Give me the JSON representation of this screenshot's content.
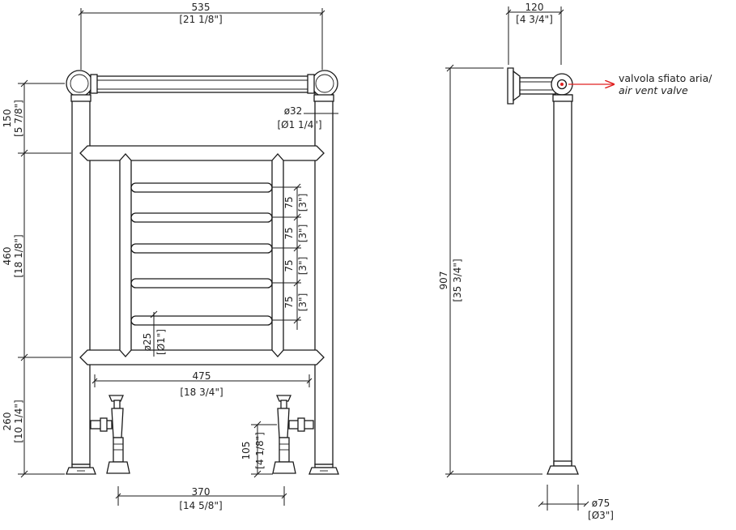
{
  "dimensions": {
    "overall_width": {
      "mm": "535",
      "in": "[21 1/8\"]"
    },
    "depth": {
      "mm": "120",
      "in": "[4 3/4\"]"
    },
    "top_offset": {
      "mm": "150",
      "in": "[5 7/8\"]"
    },
    "pipe_diameter": {
      "mm": "ø32",
      "in": "[Ø1 1/4\"]"
    },
    "rail_pitch": {
      "mm": "75",
      "in": "[3\"]"
    },
    "panel_height": {
      "mm": "460",
      "in": "[18 1/8\"]"
    },
    "rail_diameter": {
      "mm": "ø25",
      "in": "[Ø1\"]"
    },
    "inner_width": {
      "mm": "475",
      "in": "[18 3/4\"]"
    },
    "floor_height": {
      "mm": "260",
      "in": "[10 1/4\"]"
    },
    "valve_height": {
      "mm": "105",
      "in": "[4 1/8\"]"
    },
    "valve_spacing": {
      "mm": "370",
      "in": "[14 5/8\"]"
    },
    "overall_height": {
      "mm": "907",
      "in": "[35 3/4\"]"
    },
    "foot_diameter": {
      "mm": "ø75",
      "in": "[Ø3\"]"
    }
  },
  "annotation": {
    "line1": "valvola sfiato aria/",
    "line2": "air vent valve",
    "arrow_color": "#e02020"
  }
}
